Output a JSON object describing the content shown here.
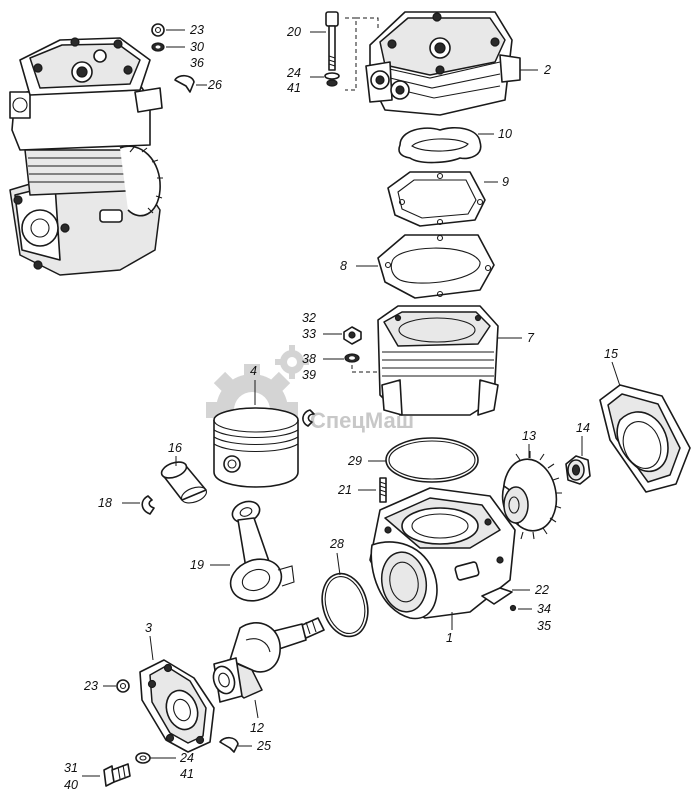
{
  "watermark": {
    "text": "СпецМаш",
    "color": "#c8c8c8"
  },
  "callouts": {
    "c23a": "23",
    "c30": "30",
    "c36": "36",
    "c26": "26",
    "c20": "20",
    "c2": "2",
    "c24a": "24",
    "c41a": "41",
    "c10": "10",
    "c9": "9",
    "c8": "8",
    "c32": "32",
    "c33": "33",
    "c7": "7",
    "c38": "38",
    "c39": "39",
    "c4": "4",
    "c15": "15",
    "c16": "16",
    "c18": "18",
    "c13": "13",
    "c14": "14",
    "c29": "29",
    "c21": "21",
    "c19": "19",
    "c28": "28",
    "c22": "22",
    "c34": "34",
    "c35": "35",
    "c1": "1",
    "c3": "3",
    "c23b": "23",
    "c12": "12",
    "c24b": "24",
    "c41b": "41",
    "c25": "25",
    "c31": "31",
    "c40": "40"
  }
}
